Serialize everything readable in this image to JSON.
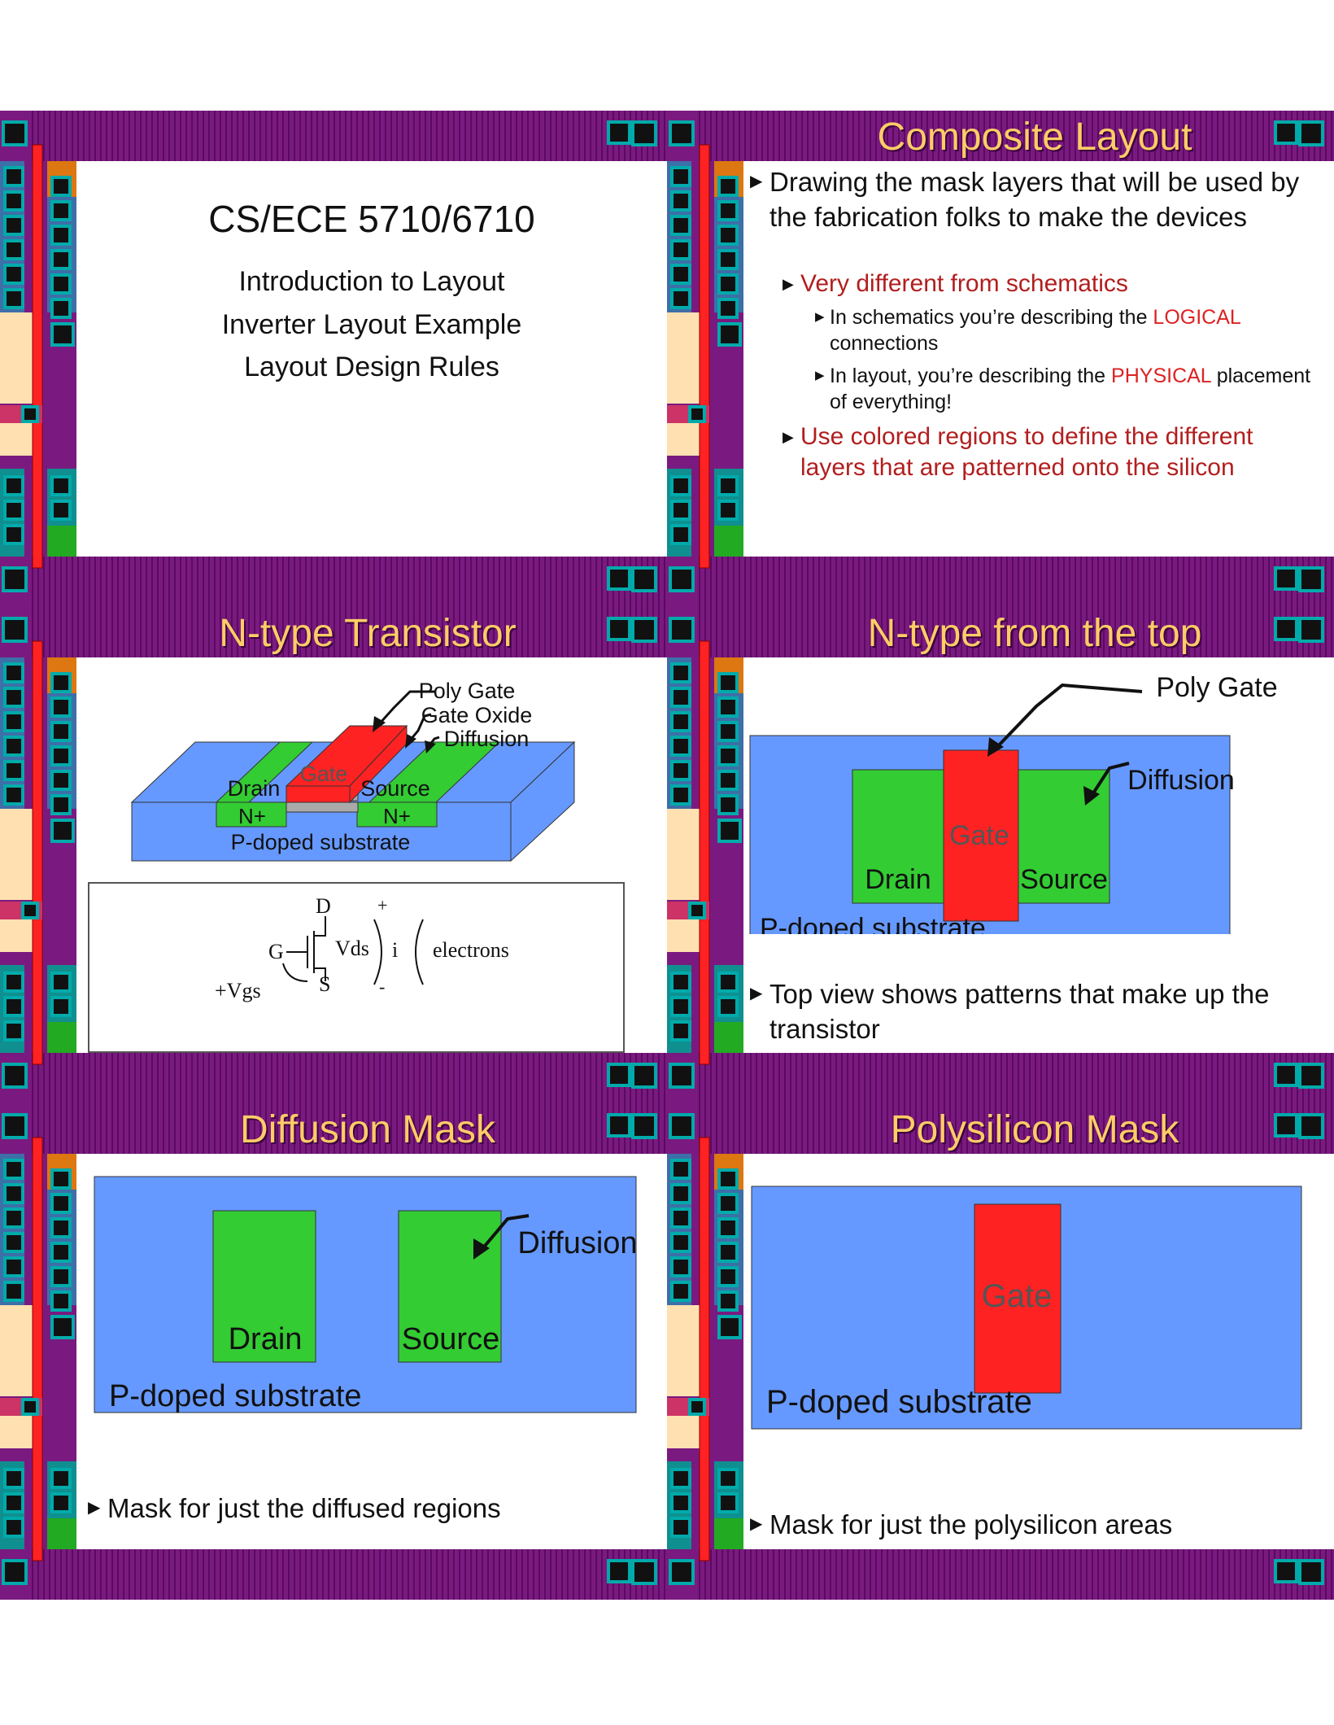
{
  "slides": [
    {
      "title": "",
      "heading": "CS/ECE 5710/6710",
      "lines": [
        "Introduction to Layout",
        "Inverter Layout Example",
        "Layout Design Rules"
      ]
    },
    {
      "title": "Composite Layout",
      "bullet1": "Drawing the mask layers that will be used by the fabrication folks to make the devices",
      "sub1": "Very different from schematics",
      "sub1a_pre": "In schematics you’re describing the ",
      "sub1a_em": "LOGICAL",
      "sub1a_post": " connections",
      "sub1b_pre": "In layout, you’re describing the ",
      "sub1b_em": "PHYSICAL",
      "sub1b_post": " placement of everything!",
      "sub2": "Use colored regions to define the different layers that are patterned onto the silicon"
    },
    {
      "title": "N-type Transistor",
      "labels": {
        "poly_gate": "Poly Gate",
        "gate_oxide": "Gate Oxide",
        "diffusion": "Diffusion",
        "gate": "Gate",
        "drain": "Drain",
        "source": "Source",
        "nplus_left": "N+",
        "nplus_right": "N+",
        "substrate": "P-doped substrate"
      },
      "schematic": {
        "d": "D",
        "g": "G",
        "s": "S",
        "vds": "Vds",
        "plus": "+",
        "minus": "-",
        "i": "i",
        "electrons": "electrons",
        "vgs": "+Vgs"
      }
    },
    {
      "title": "N-type from the top",
      "labels": {
        "poly_gate": "Poly Gate",
        "diffusion": "Diffusion",
        "gate": "Gate",
        "drain": "Drain",
        "source": "Source",
        "substrate": "P-doped substrate"
      },
      "bullet": "Top view shows patterns that make up the transistor"
    },
    {
      "title": "Diffusion Mask",
      "labels": {
        "drain": "Drain",
        "source": "Source",
        "diffusion": "Diffusion",
        "substrate": "P-doped substrate"
      },
      "bullet": "Mask for just the diffused regions"
    },
    {
      "title": "Polysilicon Mask",
      "labels": {
        "gate": "Gate",
        "substrate": "P-doped substrate"
      },
      "bullet": "Mask for just the polysilicon areas"
    }
  ],
  "colors": {
    "purple": "#7a1a80",
    "stripe": "#5a0a60",
    "substrate": "#6699ff",
    "diffusion": "#33cc33",
    "poly": "#ff2222",
    "title": "#ffcc66",
    "accent_red": "#dd2222"
  }
}
